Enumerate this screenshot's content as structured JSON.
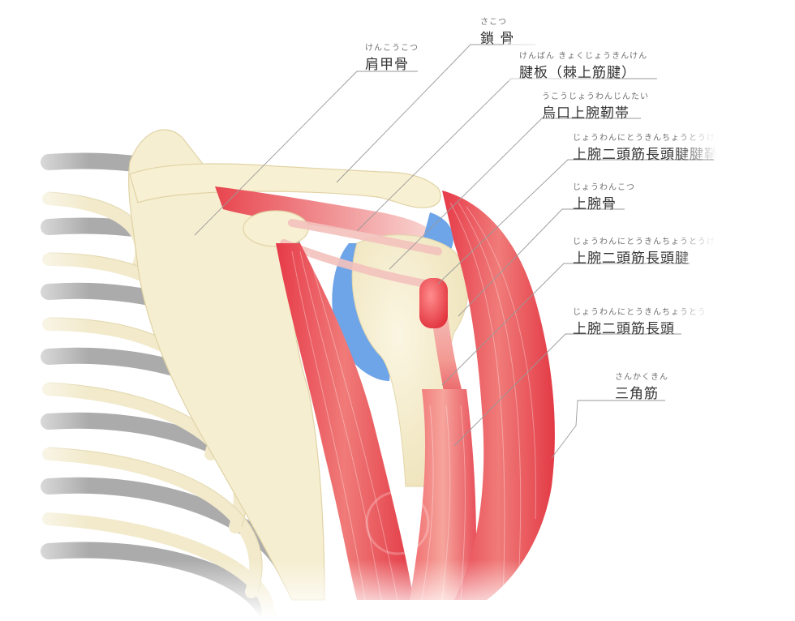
{
  "labels": {
    "scapula": {
      "ruby": "けんこうこつ",
      "name": "肩甲骨"
    },
    "clavicle": {
      "ruby": "さこつ",
      "name": "鎖 骨"
    },
    "tendon": {
      "ruby": "けんばん きょくじょうきんけん",
      "name": "腱板（棘上筋腱）"
    },
    "coracohumeral": {
      "ruby": "うこうじょうわんじんたい",
      "name": "烏口上腕靭帯"
    },
    "biceps_tendon_sheath": {
      "ruby": "じょうわんにとうきんちょうとうけんけんしょう",
      "name": "上腕二頭筋長頭腱腱鞘"
    },
    "humerus": {
      "ruby": "じょうわんこつ",
      "name": "上腕骨"
    },
    "biceps_tendon": {
      "ruby": "じょうわんにとうきんちょうとうけん",
      "name": "上腕二頭筋長頭腱"
    },
    "biceps_long_head": {
      "ruby": "じょうわんにとうきんちょうとう",
      "name": "上腕二頭筋長頭"
    },
    "deltoid": {
      "ruby": "さんかくきん",
      "name": "三角筋"
    }
  },
  "colors": {
    "bone": "#f7efcf",
    "bone_edge": "#e3d7ab",
    "rib_gray": "#a7a7a7",
    "muscle": "#e2494f",
    "muscle_light": "#f4a7a0",
    "cartilage_blue": "#6ea4e8",
    "leader_line": "#9a9a9a",
    "text": "#333333"
  }
}
